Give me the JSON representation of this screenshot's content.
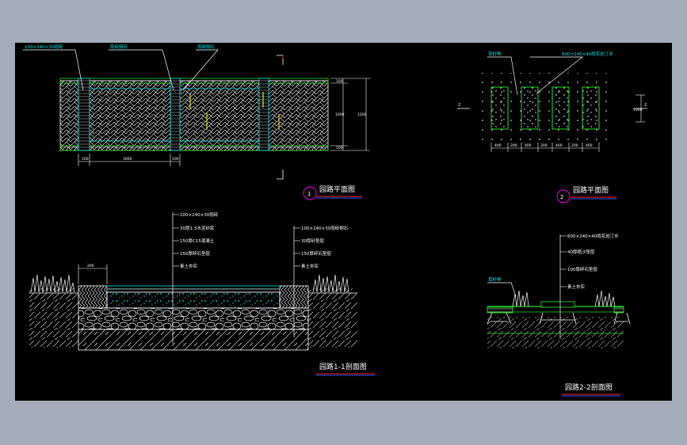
{
  "colors": {
    "canvas": "#000000",
    "frame": "#a3acb8",
    "line_white": "#ffffff",
    "line_cyan": "#00e5e5",
    "line_green": "#22dd22",
    "line_yellow": "#e6e600",
    "line_magenta": "#ff00ff",
    "line_blue": "#3355ff",
    "line_red": "#ff2222"
  },
  "plan1": {
    "labels": {
      "l1": "100×240×30雨砖",
      "l2": "雨砖侧石",
      "l3": "雨砖侧石"
    },
    "dims": {
      "bottom_a": "100",
      "bottom_b": "3000",
      "bottom_c": "100",
      "right_total": "1200",
      "right_top": "100",
      "right_mid": "1000",
      "right_bot": "100"
    },
    "title_num": "1",
    "title": "园路平面图"
  },
  "plan2": {
    "labels": {
      "l1": "草籽种",
      "l2": "600×240×40雨花岩汀步"
    },
    "dims": {
      "d1": "400",
      "d2": "200",
      "d3": "400",
      "d4": "200",
      "d5": "400",
      "d6": "200",
      "d7": "400",
      "right": "1000"
    },
    "marks": {
      "left": "2",
      "right": "2"
    },
    "title_num": "2",
    "title": "园路平面图"
  },
  "section1": {
    "labels": {
      "l1": "100×240×30雨砖",
      "l2": "30厚1:3水泥砂浆",
      "l3": "150厚C15混凝土",
      "l4": "150厚碎石垫层",
      "l5": "素土夯实",
      "r1": "100×240×30雨砖侧石",
      "r2": "30厚砂垫层",
      "r3": "150厚碎石垫层",
      "r4": "素土夯实"
    },
    "dims": {
      "edge": "200"
    },
    "title": "园路1-1剖面图"
  },
  "section2": {
    "labels": {
      "l0": "草籽种",
      "l1": "600×240×40雨花岩汀步",
      "l2": "40厚粗沙垫层",
      "l3": "100厚碎石垫层",
      "l4": "素土夯实"
    },
    "title": "园路2-2剖面图"
  }
}
